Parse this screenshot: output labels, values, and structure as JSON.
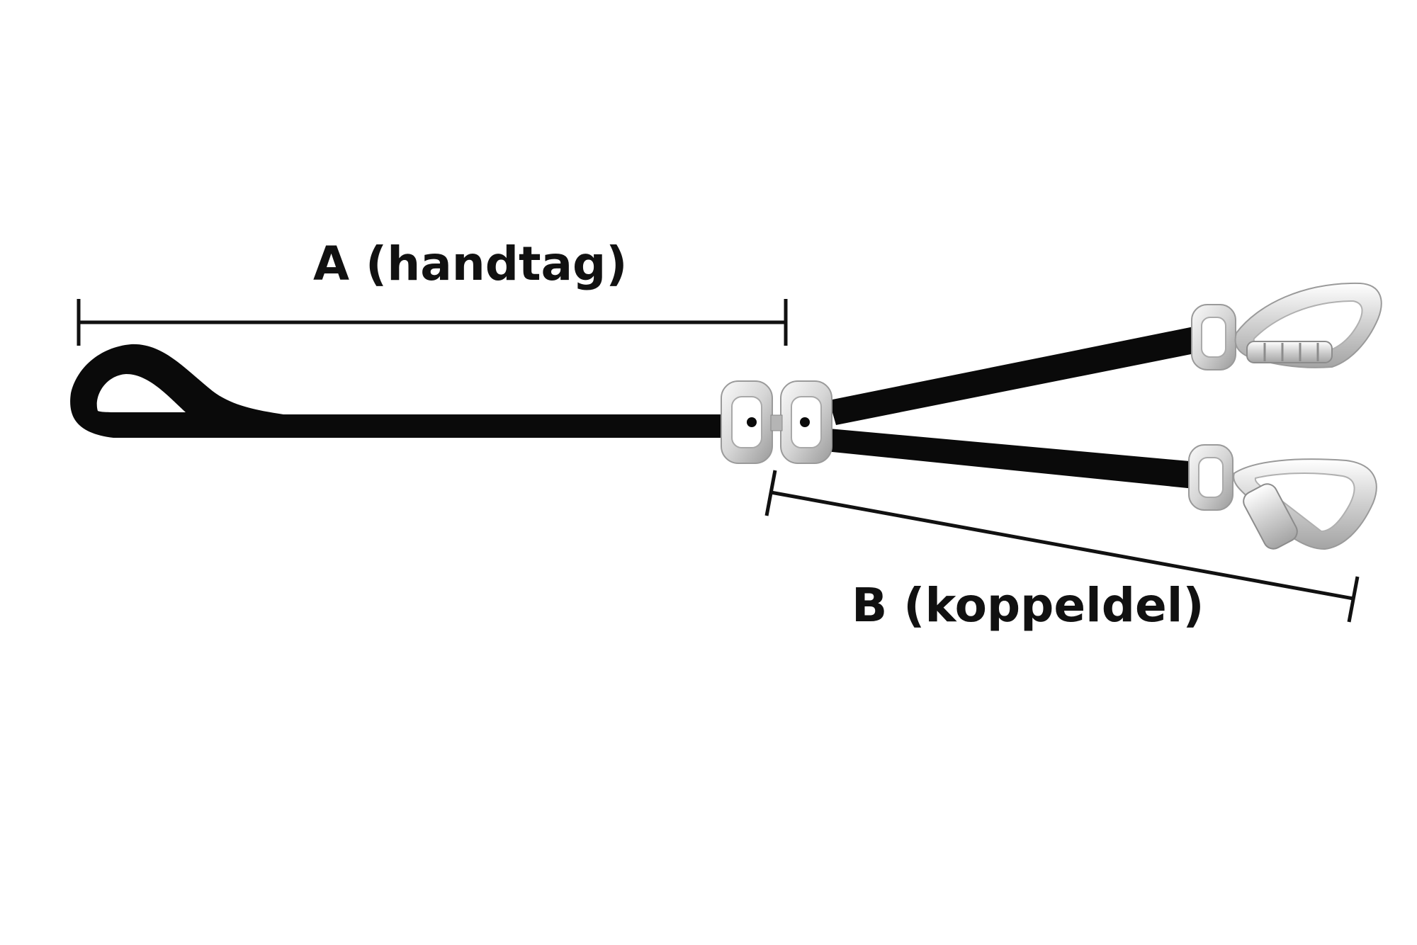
{
  "dimensions": [
    {
      "id": "A",
      "label": "A (handtag)"
    },
    {
      "id": "B",
      "label": "B (koppeldel)"
    }
  ],
  "colors": {
    "leash": "#0a0a0a",
    "hardware_light": "#f2f2f2",
    "hardware_mid": "#c9c9c9",
    "hardware_dark": "#8c8c8c",
    "dimension_line": "#111111",
    "background": "#ffffff"
  }
}
